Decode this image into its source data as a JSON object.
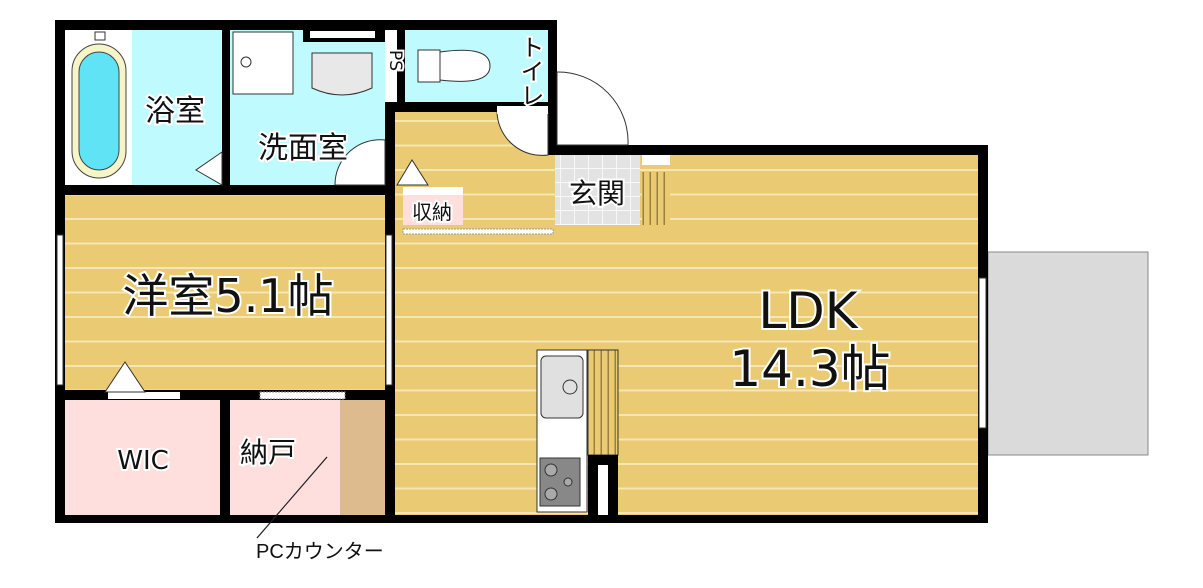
{
  "colors": {
    "wall": "#000000",
    "wood": "#EACB73",
    "wood_line": "#F6E6B4",
    "wet_area": "#BFFAFF",
    "storage": "#FFDEDE",
    "counter": "#DDBB8E",
    "entrance_tile": "#E3E3E3",
    "balcony": "#DADADA"
  },
  "rooms": {
    "bath": "浴室",
    "washroom": "洗面室",
    "toilet": "トイレ",
    "ps": "PS",
    "closet": "収納",
    "entrance": "玄関",
    "western_room": "洋室5.1帖",
    "ldk_name": "LDK",
    "ldk_size": "14.3帖",
    "wic": "WIC",
    "storeroom": "納戸"
  },
  "annotations": {
    "pc_counter": "PCカウンター"
  }
}
